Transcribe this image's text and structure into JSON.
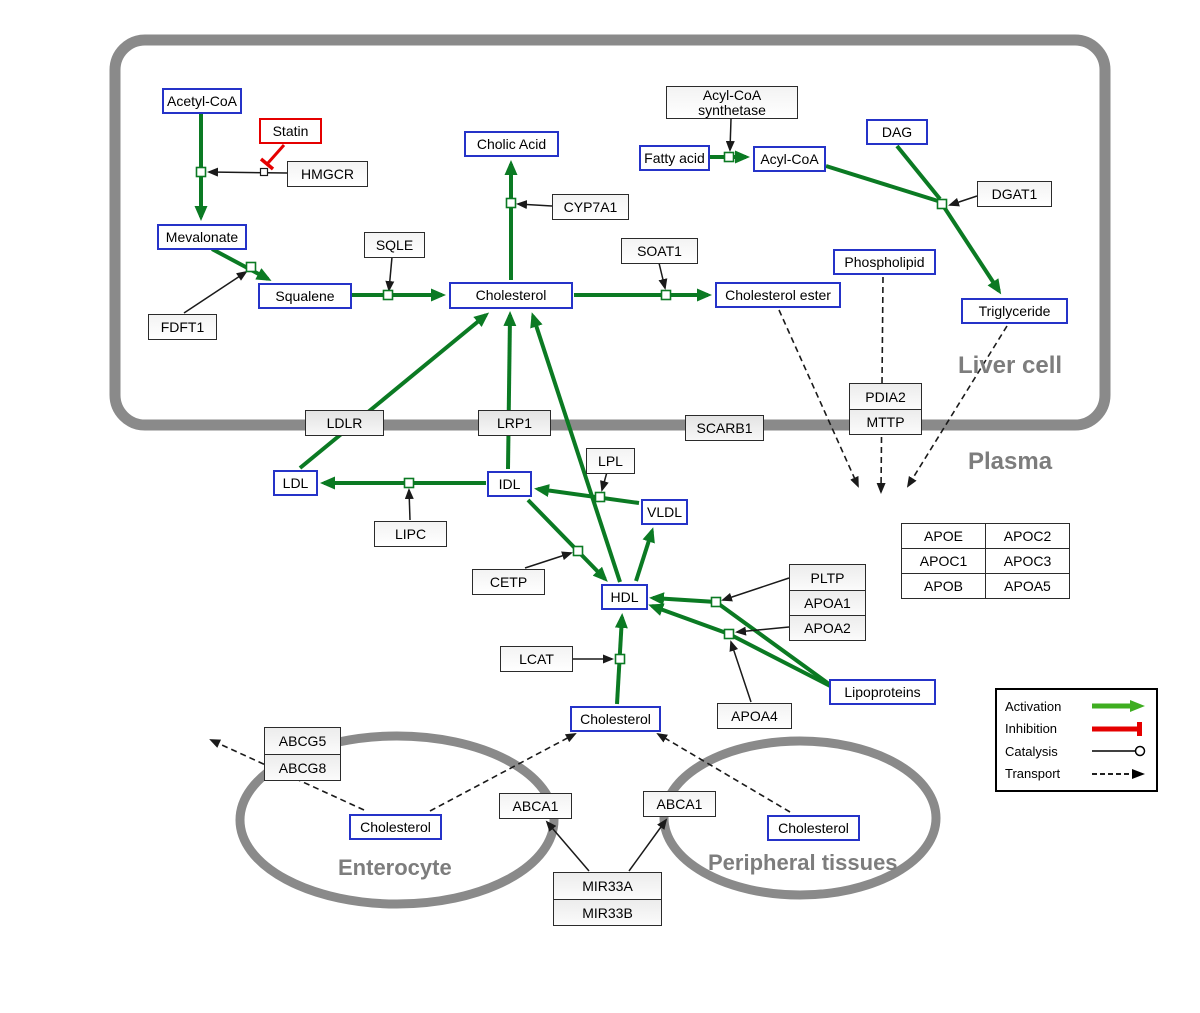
{
  "compartments": {
    "liver": "Liver cell",
    "plasma": "Plasma",
    "enterocyte": "Enterocyte",
    "peripheral": "Peripheral tissues"
  },
  "nodes": {
    "acetyl_coa": "Acetyl-CoA",
    "mevalonate": "Mevalonate",
    "squalene": "Squalene",
    "cholesterol_liver": "Cholesterol",
    "cholic_acid": "Cholic Acid",
    "fatty_acid": "Fatty acid",
    "acyl_coa": "Acyl-CoA",
    "dag": "DAG",
    "phospholipid": "Phospholipid",
    "cholesterol_ester": "Cholesterol ester",
    "triglyceride": "Triglyceride",
    "ldl": "LDL",
    "idl": "IDL",
    "vldl": "VLDL",
    "hdl": "HDL",
    "cholesterol_plasma": "Cholesterol",
    "lipoproteins": "Lipoproteins",
    "cholesterol_enterocyte": "Cholesterol",
    "cholesterol_peripheral": "Cholesterol"
  },
  "enzymes": {
    "statin": "Statin",
    "hmgcr": "HMGCR",
    "sqle": "SQLE",
    "fdft1": "FDFT1",
    "cyp7a1": "CYP7A1",
    "soat1": "SOAT1",
    "acyl_coa_synthetase": "Acyl-CoA synthetase",
    "dgat1": "DGAT1",
    "pdia2": "PDIA2",
    "mttp": "MTTP",
    "ldlr": "LDLR",
    "lrp1": "LRP1",
    "scarb1": "SCARB1",
    "lpl": "LPL",
    "lipc": "LIPC",
    "cetp": "CETP",
    "lcat": "LCAT",
    "pltp": "PLTP",
    "apoa1": "APOA1",
    "apoa2": "APOA2",
    "apoa4": "APOA4",
    "abcg5": "ABCG5",
    "abcg8": "ABCG8",
    "abca1": "ABCA1",
    "mir33a": "MIR33A",
    "mir33b": "MIR33B"
  },
  "apo_table": [
    [
      "APOE",
      "APOC2"
    ],
    [
      "APOC1",
      "APOC3"
    ],
    [
      "APOB",
      "APOA5"
    ]
  ],
  "legend": {
    "activation": "Activation",
    "inhibition": "Inhibition",
    "catalysis": "Catalysis",
    "transport": "Transport"
  },
  "colors": {
    "activation_green": "#0b7a23",
    "legend_green": "#3fae21",
    "inhibition_red": "#e50000",
    "metabolite_border_blue": "#2533c8",
    "compartment_gray": "#8a8a8a",
    "transport_black": "#1a1a1a"
  }
}
